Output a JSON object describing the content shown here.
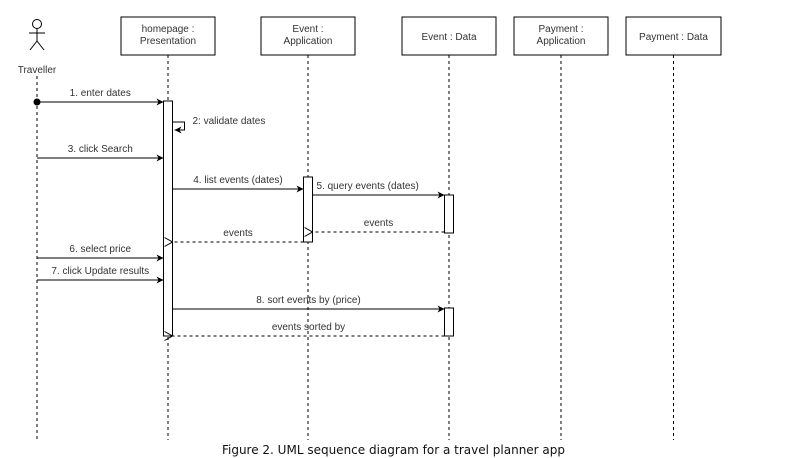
{
  "actor": {
    "label": "Traveller"
  },
  "participants": [
    {
      "id": "homepage",
      "lines": [
        "homepage :",
        "Presentation"
      ]
    },
    {
      "id": "event-app",
      "lines": [
        "Event :",
        "Application"
      ]
    },
    {
      "id": "event-data",
      "lines": [
        "Event : Data"
      ]
    },
    {
      "id": "payment-app",
      "lines": [
        "Payment :",
        "Application"
      ]
    },
    {
      "id": "payment-data",
      "lines": [
        "Payment : Data"
      ]
    }
  ],
  "messages": [
    {
      "label": "1. enter dates",
      "from": "actor",
      "to": "homepage",
      "type": "sync"
    },
    {
      "label": "2: validate dates",
      "from": "homepage",
      "to": "homepage",
      "type": "self"
    },
    {
      "label": "3. click Search",
      "from": "actor",
      "to": "homepage",
      "type": "sync"
    },
    {
      "label": "4. list events (dates)",
      "from": "homepage",
      "to": "event-app",
      "type": "sync"
    },
    {
      "label": "5. query events (dates)",
      "from": "event-app",
      "to": "event-data",
      "type": "sync"
    },
    {
      "label": "events",
      "from": "event-data",
      "to": "event-app",
      "type": "return"
    },
    {
      "label": "events",
      "from": "event-app",
      "to": "homepage",
      "type": "return"
    },
    {
      "label": "6. select price",
      "from": "actor",
      "to": "homepage",
      "type": "sync"
    },
    {
      "label": "7. click Update results",
      "from": "actor",
      "to": "homepage",
      "type": "sync"
    },
    {
      "label": "8. sort events by (price)",
      "from": "homepage",
      "to": "event-data",
      "type": "sync"
    },
    {
      "label": "events sorted by",
      "from": "event-data",
      "to": "homepage",
      "type": "return"
    }
  ],
  "caption": "Figure 2. UML sequence diagram for a travel planner app"
}
